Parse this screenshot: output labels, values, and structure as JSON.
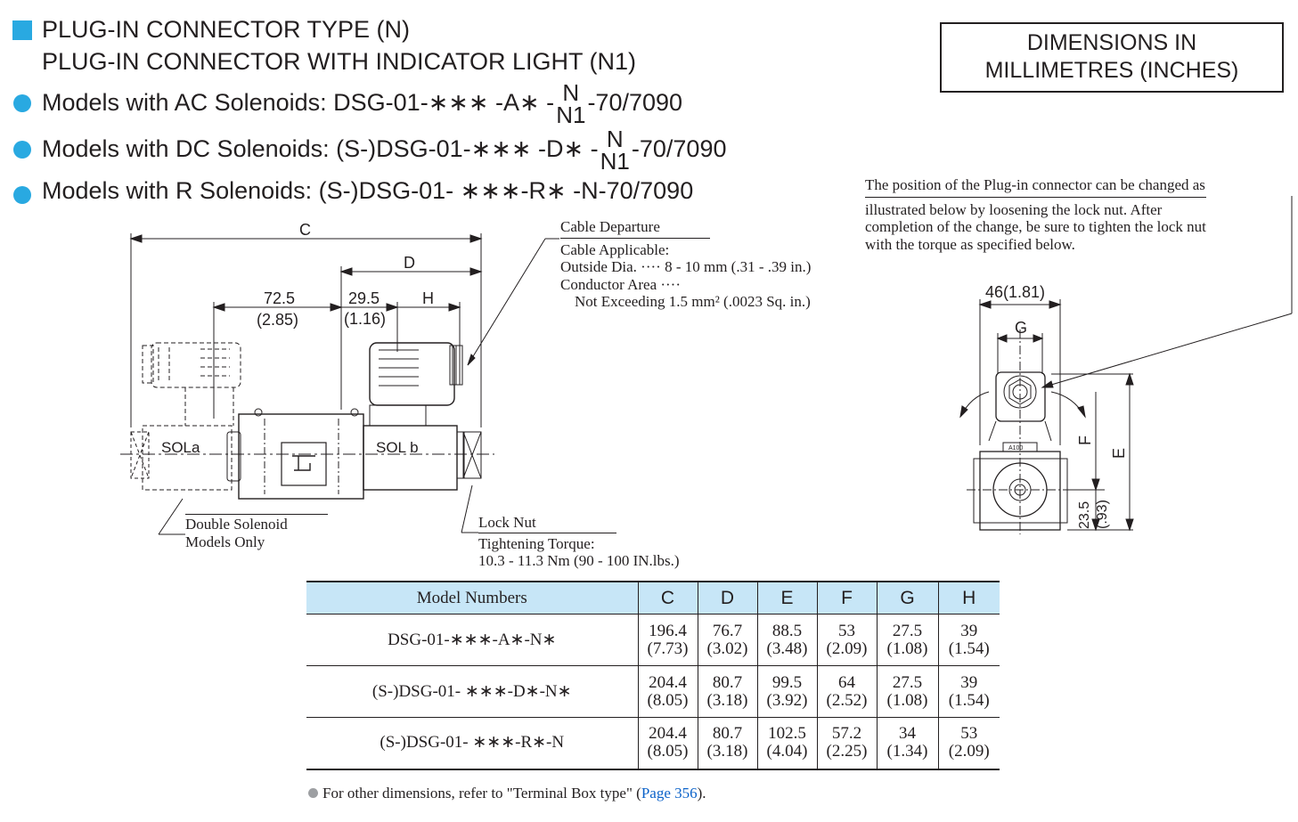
{
  "header": {
    "title_line1": "PLUG-IN CONNECTOR TYPE (N)",
    "title_line2": "PLUG-IN CONNECTOR WITH INDICATOR LIGHT (N1)",
    "models": [
      {
        "label": "Models with AC Solenoids: DSG-01-∗∗∗ -A∗ -",
        "frac_top": "N",
        "frac_bottom": "N1",
        "suffix": "-70/7090"
      },
      {
        "label": "Models with DC Solenoids: (S-)DSG-01-∗∗∗ -D∗ -",
        "frac_top": "N",
        "frac_bottom": "N1",
        "suffix": "-70/7090"
      },
      {
        "label": "Models with R Solenoids: (S-)DSG-01- ∗∗∗-R∗ -N-70/7090"
      }
    ]
  },
  "dimensions_box": {
    "line1": "DIMENSIONS IN",
    "line2": "MILLIMETRES (INCHES)"
  },
  "position_note": {
    "line1": "The position of the Plug-in connector can be changed as",
    "line2": "illustrated below by loosening the lock nut.  After",
    "line3": "completion of the change, be sure to tighten the lock nut",
    "line4": "with the torque as specified below."
  },
  "cable_note": {
    "line1": "Cable Departure",
    "line2": "Cable Applicable:",
    "line3": "Outside Dia. ···· 8 - 10 mm (.31 - .39 in.)",
    "line4": "Conductor Area ····",
    "line5": "Not Exceeding 1.5 mm² (.0023 Sq. in.)"
  },
  "double_note": {
    "line1": "Double Solenoid",
    "line2": "Models Only"
  },
  "locknut_note": {
    "line1": "Lock Nut",
    "line2": "Tightening Torque:",
    "line3": "10.3 - 11.3 Nm (90 - 100 IN.lbs.)"
  },
  "drawing": {
    "dim_c": "C",
    "dim_d": "D",
    "dim_h": "H",
    "dim_725": "72.5",
    "dim_285": "(2.85)",
    "dim_295": "29.5",
    "dim_116": "(1.16)",
    "sol_a": "SOLa",
    "sol_b": "SOL b"
  },
  "side_view": {
    "dim_46": "46(1.81)",
    "dim_g": "G",
    "dim_f": "F",
    "dim_e": "E",
    "dim_235": "23.5",
    "dim_093": "(.93)",
    "plate": "A100"
  },
  "table": {
    "headers": [
      "Model Numbers",
      "C",
      "D",
      "E",
      "F",
      "G",
      "H"
    ],
    "rows": [
      {
        "model": "DSG-01-∗∗∗-A∗-N∗",
        "cells": [
          [
            "196.4",
            "(7.73)"
          ],
          [
            "76.7",
            "(3.02)"
          ],
          [
            "88.5",
            "(3.48)"
          ],
          [
            "53",
            "(2.09)"
          ],
          [
            "27.5",
            "(1.08)"
          ],
          [
            "39",
            "(1.54)"
          ]
        ]
      },
      {
        "model": "(S-)DSG-01- ∗∗∗-D∗-N∗",
        "cells": [
          [
            "204.4",
            "(8.05)"
          ],
          [
            "80.7",
            "(3.18)"
          ],
          [
            "99.5",
            "(3.92)"
          ],
          [
            "64",
            "(2.52)"
          ],
          [
            "27.5",
            "(1.08)"
          ],
          [
            "39",
            "(1.54)"
          ]
        ]
      },
      {
        "model": "(S-)DSG-01- ∗∗∗-R∗-N",
        "cells": [
          [
            "204.4",
            "(8.05)"
          ],
          [
            "80.7",
            "(3.18)"
          ],
          [
            "102.5",
            "(4.04)"
          ],
          [
            "57.2",
            "(2.25)"
          ],
          [
            "34",
            "(1.34)"
          ],
          [
            "53",
            "(2.09)"
          ]
        ]
      }
    ]
  },
  "footer": {
    "text": "For other dimensions, refer to \"Terminal Box type\" (",
    "link": "Page 356",
    "end": ")."
  },
  "colors": {
    "accent": "#29a9e1",
    "table_header": "#c7e6f7",
    "link": "#0b62c9"
  }
}
